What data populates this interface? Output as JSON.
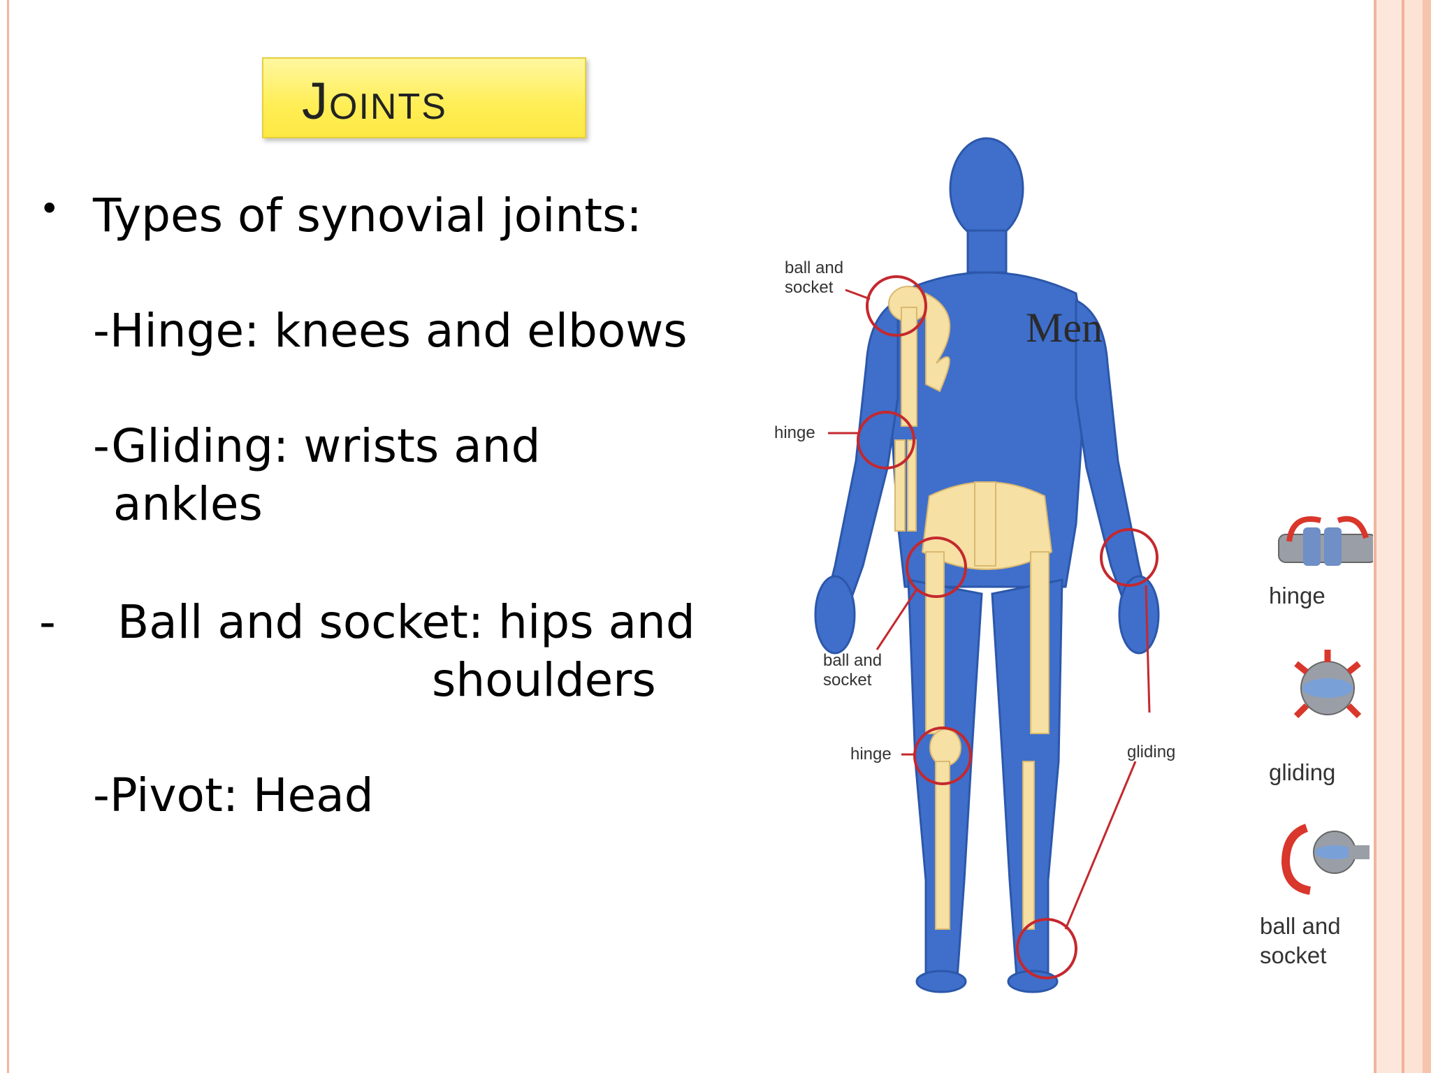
{
  "title": "Joints",
  "bullet": {
    "symbol": "•",
    "heading": "Types of synovial joints:"
  },
  "items": {
    "hinge": "-Hinge: knees and elbows",
    "gliding_line1": "-Gliding: wrists and",
    "gliding_line2": "ankles",
    "ball_dash": "-",
    "ball_line1": "Ball and socket: hips and",
    "ball_line2": "shoulders",
    "pivot": "-Pivot:  Head"
  },
  "figure": {
    "men_label": "Men",
    "labels": {
      "ball_socket_top_1": "ball and",
      "ball_socket_top_2": "socket",
      "hinge_elbow": "hinge",
      "ball_socket_hip_1": "ball and",
      "ball_socket_hip_2": "socket",
      "hinge_knee": "hinge",
      "gliding_ankle": "gliding"
    },
    "icons": {
      "hinge": "hinge",
      "gliding": "gliding",
      "ball_socket_1": "ball and",
      "ball_socket_2": "socket"
    },
    "colors": {
      "body": "#3f6fcb",
      "bone": "#f6e0a3",
      "circle": "#c4282e",
      "title_box": "#ffee55"
    }
  }
}
